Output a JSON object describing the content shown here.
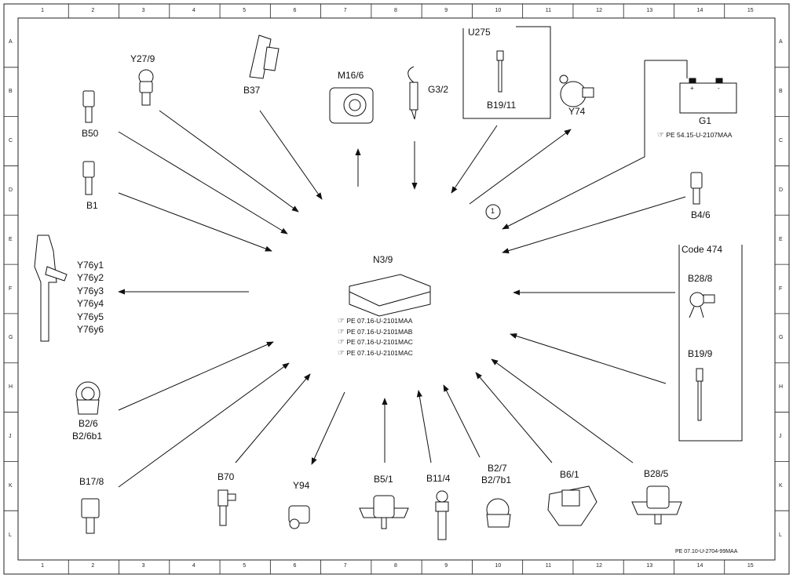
{
  "grid": {
    "cols": [
      "1",
      "2",
      "3",
      "4",
      "5",
      "6",
      "7",
      "8",
      "9",
      "10",
      "11",
      "12",
      "13",
      "14",
      "15"
    ],
    "rows": [
      "A",
      "B",
      "C",
      "D",
      "E",
      "F",
      "G",
      "H",
      "J",
      "K",
      "L"
    ]
  },
  "control_unit": {
    "label": "N3/9",
    "refs": [
      "PE 07.16-U-2101MAA",
      "PE 07.16-U-2101MAB",
      "PE 07.16-U-2101MAC",
      "PE 07.16-U-2101MAC"
    ]
  },
  "components": {
    "y27_9": "Y27/9",
    "b37": "B37",
    "m16_6": "M16/6",
    "g3_2": "G3/2",
    "u275": "U275",
    "b19_11": "B19/11",
    "y74": "Y74",
    "g1": "G1",
    "g1_ref": "PE 54.15-U-2107MAA",
    "battery_plus": "+",
    "battery_minus": "-",
    "b50": "B50",
    "b1": "B1",
    "b4_6": "B4/6",
    "callout_1": "1",
    "y76": [
      "Y76y1",
      "Y76y2",
      "Y76y3",
      "Y76y4",
      "Y76y5",
      "Y76y6"
    ],
    "code474": "Code 474",
    "b28_8": "B28/8",
    "b19_9": "B19/9",
    "b2_6": "B2/6",
    "b2_6b1": "B2/6b1",
    "b17_8": "B17/8",
    "b70": "B70",
    "y94": "Y94",
    "b5_1": "B5/1",
    "b11_4": "B11/4",
    "b2_7": "B2/7",
    "b2_7b1": "B2/7b1",
    "b6_1": "B6/1",
    "b28_5": "B28/5"
  },
  "footer_ref": "PE 07.10-U-2704-99MAA",
  "icons": [
    "reference-hand-icon"
  ]
}
